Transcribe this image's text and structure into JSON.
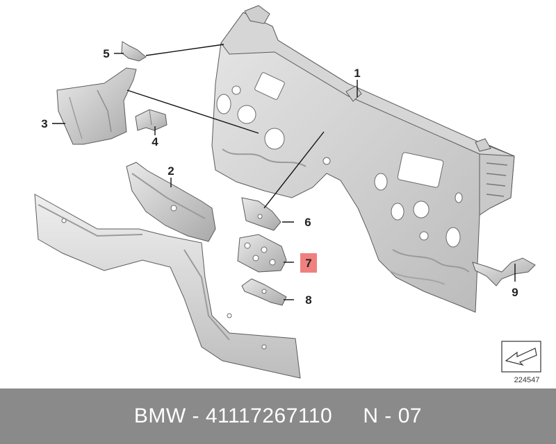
{
  "callouts": {
    "c1": "1",
    "c2": "2",
    "c3": "3",
    "c4": "4",
    "c5": "5",
    "c6": "6",
    "c7": "7",
    "c8": "8",
    "c9": "9"
  },
  "highlight_color": "#f08080",
  "diagram_id": "224547",
  "footer": {
    "text": "BMW - 41117267110     N - 07"
  }
}
